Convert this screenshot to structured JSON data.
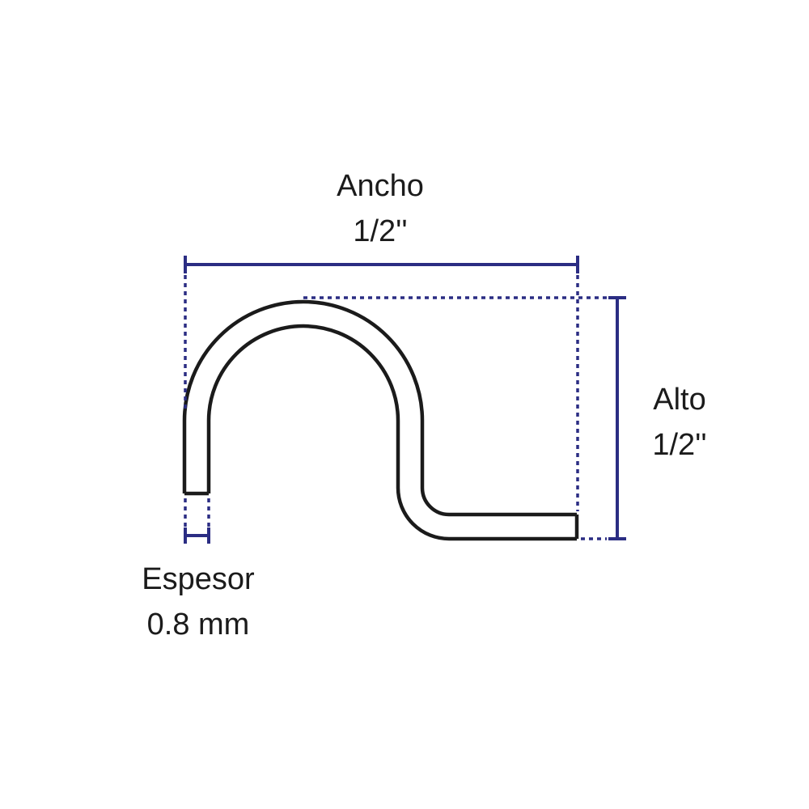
{
  "colors": {
    "dimension": "#2b2d83",
    "outline": "#1b1b1b",
    "background": "#ffffff"
  },
  "dimensions": {
    "width": {
      "name": "Ancho",
      "value": "1/2''"
    },
    "height": {
      "name": "Alto",
      "value": "1/2''"
    },
    "thickness": {
      "name": "Espesor",
      "value": "0.8 mm"
    }
  }
}
